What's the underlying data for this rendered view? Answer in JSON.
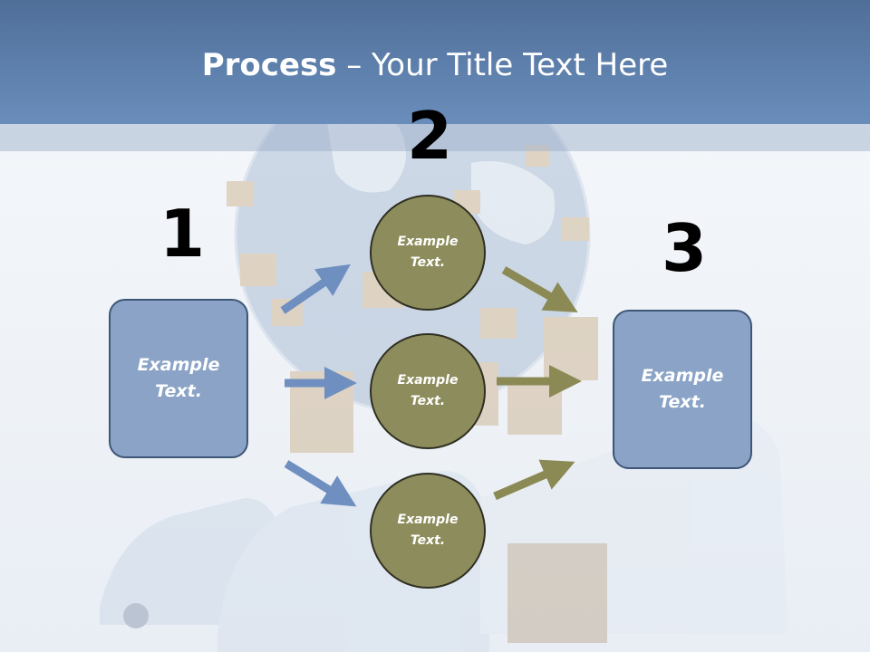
{
  "title": {
    "bold": "Process",
    "rest": " – Your Title Text Here"
  },
  "numbers": {
    "one": "1",
    "two": "2",
    "three": "3"
  },
  "left_box": {
    "line1": "Example",
    "line2": "Text."
  },
  "right_box": {
    "line1": "Example",
    "line2": "Text."
  },
  "circles": [
    {
      "line1": "Example",
      "line2": "Text."
    },
    {
      "line1": "Example",
      "line2": "Text."
    },
    {
      "line1": "Example",
      "line2": "Text."
    }
  ],
  "colors": {
    "header": "#5b7ca8",
    "box_fill": "#8aa3c6",
    "box_border": "#3e5677",
    "circle_fill": "#8d8c5c",
    "arrow_blue": "#6f8fc0",
    "arrow_olive": "#8b8a55"
  }
}
